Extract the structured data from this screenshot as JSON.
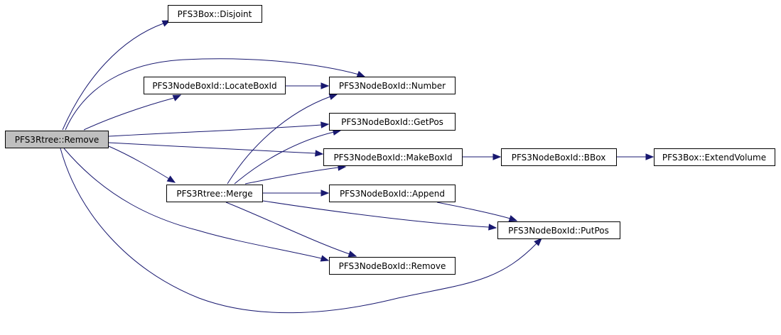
{
  "graph": {
    "colors": {
      "edge": "#191970",
      "root_fill": "#bfbfbf",
      "node_fill": "#ffffff",
      "node_border": "#000000"
    },
    "nodes": {
      "root": "PFS3Rtree::Remove",
      "disjoint": "PFS3Box::Disjoint",
      "locate": "PFS3NodeBoxId::LocateBoxId",
      "number": "PFS3NodeBoxId::Number",
      "getpos": "PFS3NodeBoxId::GetPos",
      "makeboxid": "PFS3NodeBoxId::MakeBoxId",
      "bbox": "PFS3NodeBoxId::BBox",
      "extend": "PFS3Box::ExtendVolume",
      "merge": "PFS3Rtree::Merge",
      "append": "PFS3NodeBoxId::Append",
      "putpos": "PFS3NodeBoxId::PutPos",
      "remove2": "PFS3NodeBoxId::Remove"
    },
    "edges": [
      [
        "root",
        "disjoint"
      ],
      [
        "root",
        "locate"
      ],
      [
        "root",
        "number"
      ],
      [
        "root",
        "getpos"
      ],
      [
        "root",
        "makeboxid"
      ],
      [
        "root",
        "merge"
      ],
      [
        "root",
        "remove2"
      ],
      [
        "root",
        "putpos"
      ],
      [
        "locate",
        "number"
      ],
      [
        "merge",
        "number"
      ],
      [
        "merge",
        "getpos"
      ],
      [
        "merge",
        "makeboxid"
      ],
      [
        "merge",
        "append"
      ],
      [
        "merge",
        "putpos"
      ],
      [
        "merge",
        "remove2"
      ],
      [
        "makeboxid",
        "bbox"
      ],
      [
        "bbox",
        "extend"
      ],
      [
        "append",
        "putpos"
      ]
    ]
  }
}
